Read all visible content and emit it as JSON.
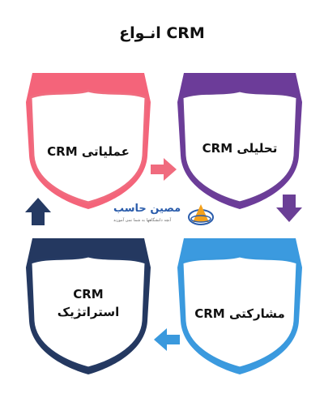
{
  "title": "انـواع CRM",
  "shields": [
    {
      "name": "operational",
      "label_lines": [
        "CRM عملیاتی"
      ],
      "color": "#f06b7e",
      "header": "#f4647a"
    },
    {
      "name": "analytical",
      "label_lines": [
        "CRM تحلیلی"
      ],
      "color": "#6b3f96",
      "header": "#6c3c99"
    },
    {
      "name": "collaborative",
      "label_lines": [
        "CRM مشارکتی"
      ],
      "color": "#3a99dd",
      "header": "#3b9adf"
    },
    {
      "name": "strategic",
      "label_lines": [
        "CRM",
        "استراتژیک"
      ],
      "color": "#253a63",
      "header": "#243860"
    }
  ],
  "logo": {
    "brand": "مصین حاسب",
    "tagline": "آنچه دانشگاهها به شما نمی آموزند"
  },
  "colors": {
    "arrow_right": "#f06b7e",
    "arrow_down": "#6b3f96",
    "arrow_left": "#3a99dd",
    "arrow_up": "#253a63"
  }
}
